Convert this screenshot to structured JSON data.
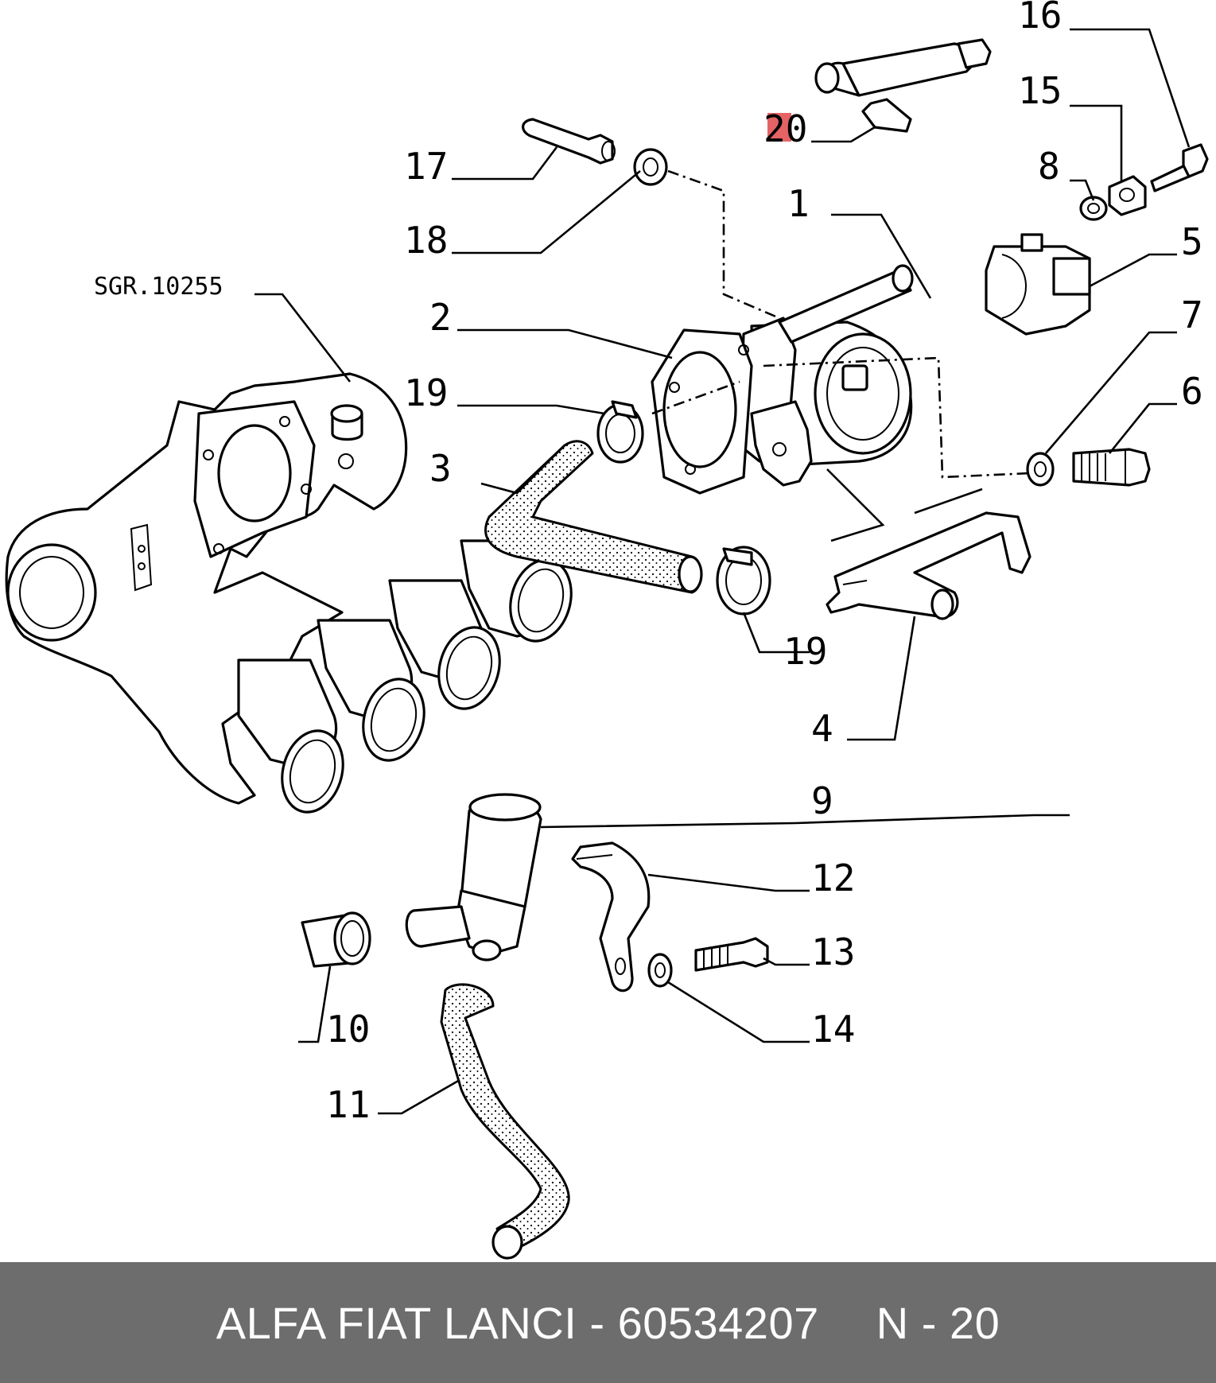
{
  "diagram": {
    "reference_code": "SGR.10255",
    "highlight_color": "#e0464a",
    "callouts": [
      {
        "id": "c1",
        "text": "1"
      },
      {
        "id": "c2",
        "text": "2"
      },
      {
        "id": "c3",
        "text": "3"
      },
      {
        "id": "c4",
        "text": "4"
      },
      {
        "id": "c5",
        "text": "5"
      },
      {
        "id": "c6",
        "text": "6"
      },
      {
        "id": "c7",
        "text": "7"
      },
      {
        "id": "c8",
        "text": "8"
      },
      {
        "id": "c9",
        "text": "9"
      },
      {
        "id": "c10",
        "text": "10"
      },
      {
        "id": "c11",
        "text": "11"
      },
      {
        "id": "c12",
        "text": "12"
      },
      {
        "id": "c13",
        "text": "13"
      },
      {
        "id": "c14",
        "text": "14"
      },
      {
        "id": "c15",
        "text": "15"
      },
      {
        "id": "c16",
        "text": "16"
      },
      {
        "id": "c17",
        "text": "17"
      },
      {
        "id": "c18",
        "text": "18"
      },
      {
        "id": "c19a",
        "text": "19"
      },
      {
        "id": "c19b",
        "text": "19"
      },
      {
        "id": "c20",
        "text": "20"
      }
    ]
  },
  "footer": {
    "brand_part": "ALFA FIAT LANCI - 60534207",
    "page_ref": "N - 20"
  }
}
